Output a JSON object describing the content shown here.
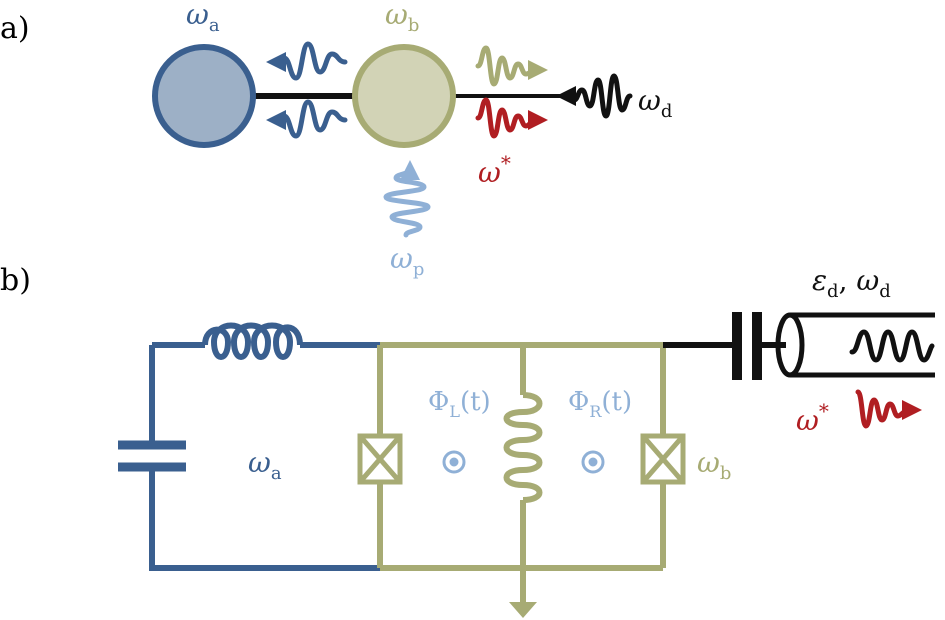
{
  "colors": {
    "cavity_a": "#3a5f8f",
    "cavity_a_fill": "#9db0c6",
    "cavity_b": "#a7ab74",
    "cavity_b_fill": "#d2d3b6",
    "pump": "#8fb0d6",
    "conversion": "#b01e22",
    "drive": "#111111",
    "flux": "#8fb0d6"
  },
  "panel_a": {
    "label": "a)",
    "omega_a": {
      "sym": "ω",
      "sub": "a"
    },
    "omega_b": {
      "sym": "ω",
      "sub": "b"
    },
    "omega_d": {
      "sym": "ω",
      "sub": "d"
    },
    "omega_star": {
      "sym": "ω",
      "sup": "*"
    },
    "omega_p": {
      "sym": "ω",
      "sub": "p"
    }
  },
  "panel_b": {
    "label": "b)",
    "omega_a": {
      "sym": "ω",
      "sub": "a"
    },
    "omega_b": {
      "sym": "ω",
      "sub": "b"
    },
    "flux_left": {
      "sym": "Φ",
      "sub": "L",
      "arg": "(t)"
    },
    "flux_right": {
      "sym": "Φ",
      "sub": "R",
      "arg": "(t)"
    },
    "drive": {
      "eps": "ε",
      "eps_sub": "d",
      "sep": ", ",
      "sym": "ω",
      "sub": "d"
    },
    "omega_star": {
      "sym": "ω",
      "sup": "*"
    }
  }
}
